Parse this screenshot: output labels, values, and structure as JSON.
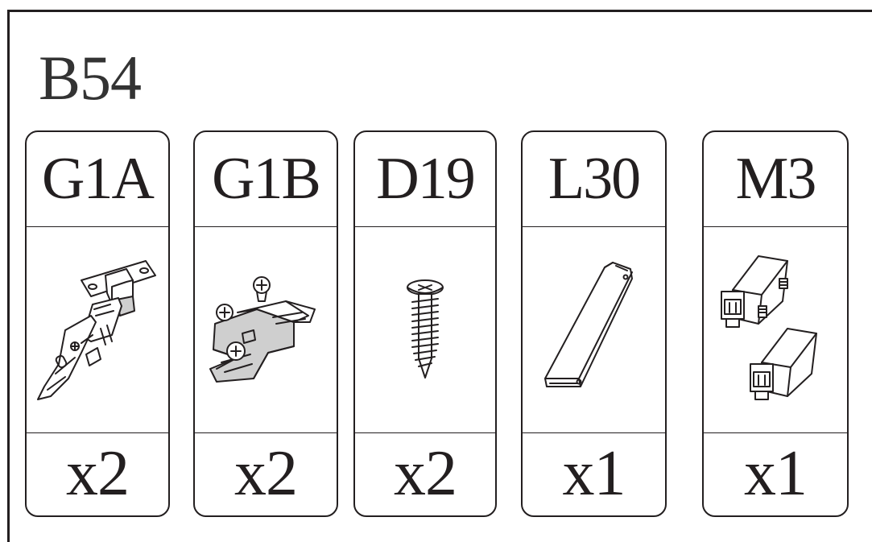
{
  "title": "B54",
  "parts": [
    {
      "code": "G1A",
      "quantity": "x2",
      "icon": "concealed-hinge-icon"
    },
    {
      "code": "G1B",
      "quantity": "x2",
      "icon": "hinge-mounting-plate-icon"
    },
    {
      "code": "D19",
      "quantity": "x2",
      "icon": "screw-icon"
    },
    {
      "code": "L30",
      "quantity": "x1",
      "icon": "wooden-strip-icon"
    },
    {
      "code": "M3",
      "quantity": "x1",
      "icon": "magnetic-catch-icon"
    }
  ]
}
